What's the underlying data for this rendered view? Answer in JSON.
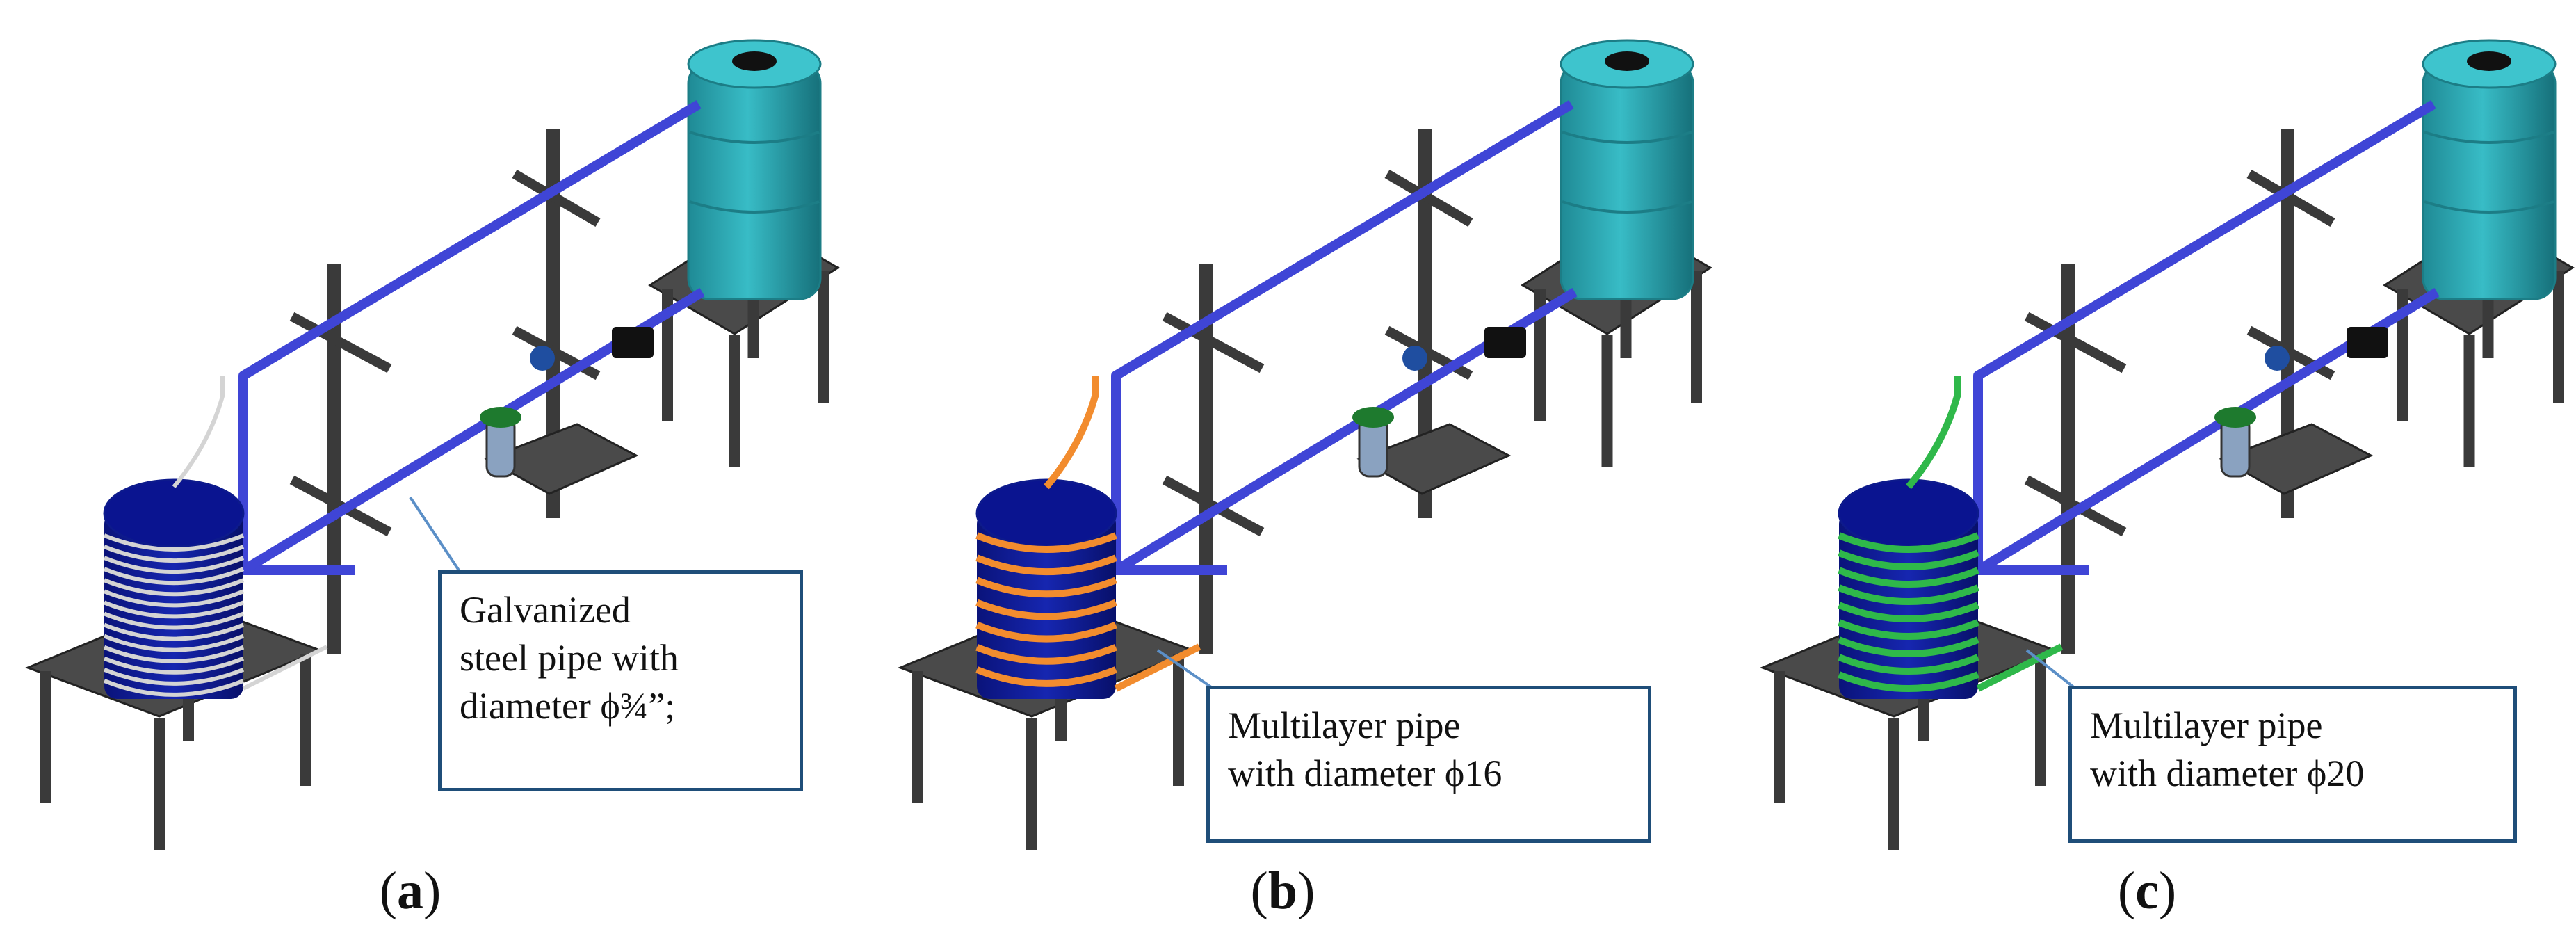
{
  "panels": [
    {
      "caption_open": "(",
      "caption_letter": "a",
      "caption_close": ")",
      "pipe_color": "#d4d4d4",
      "callout_lines": [
        "Galvanized",
        "steel pipe with",
        "diameter ϕ¾”;"
      ]
    },
    {
      "caption_open": "(",
      "caption_letter": "b",
      "caption_close": ")",
      "pipe_color": "#f28c2e",
      "callout_lines": [
        "Multilayer pipe",
        "with diameter ϕ16"
      ]
    },
    {
      "caption_open": "(",
      "caption_letter": "c",
      "caption_close": ")",
      "pipe_color": "#2fb84a",
      "callout_lines": [
        "Multilayer pipe",
        "with diameter ϕ20"
      ]
    }
  ],
  "colors": {
    "main_pipe": "#3f45d6",
    "tank": "#2aa5b0",
    "tank_dark": "#1c7d86",
    "frame": "#3a3a3a",
    "table_top": "#4a4a4a",
    "coil_drum": "#0d1a8c",
    "callout_border": "#1f4e79"
  }
}
